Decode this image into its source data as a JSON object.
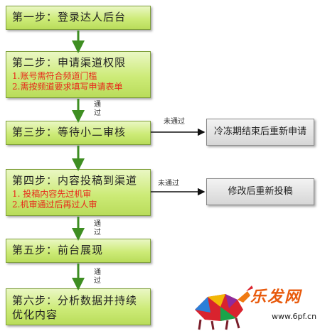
{
  "steps": [
    {
      "title": "第一步：登录达人后台",
      "notes": []
    },
    {
      "title": "第二步：申请渠道权限",
      "notes": [
        "1.账号需符合频道门槛",
        "2.需按频道要求填写申请表单"
      ]
    },
    {
      "title": "第三步：等待小二审核",
      "notes": []
    },
    {
      "title": "第四步：内容投稿到渠道",
      "notes": [
        "1. 投稿内容先过机审",
        "2.机审通过后再过人审"
      ]
    },
    {
      "title": "第五步：前台展现",
      "notes": []
    },
    {
      "title": "第六步：分析数据并持续优化内容",
      "notes": []
    }
  ],
  "side_boxes": {
    "step3_reject": "冷冻期结束后重新申请",
    "step4_reject": "修改后重新投稿"
  },
  "labels": {
    "pass": "通过",
    "fail": "未通过"
  },
  "watermark": {
    "brand": "乐发网",
    "url": "www.6pf.cn"
  },
  "colors": {
    "step_fill": "#cdeb78",
    "step_border": "#7fa03a",
    "note_red": "#e8271a",
    "arrow_green": "#3e8e22",
    "side_fill": "#d6d6d6"
  }
}
